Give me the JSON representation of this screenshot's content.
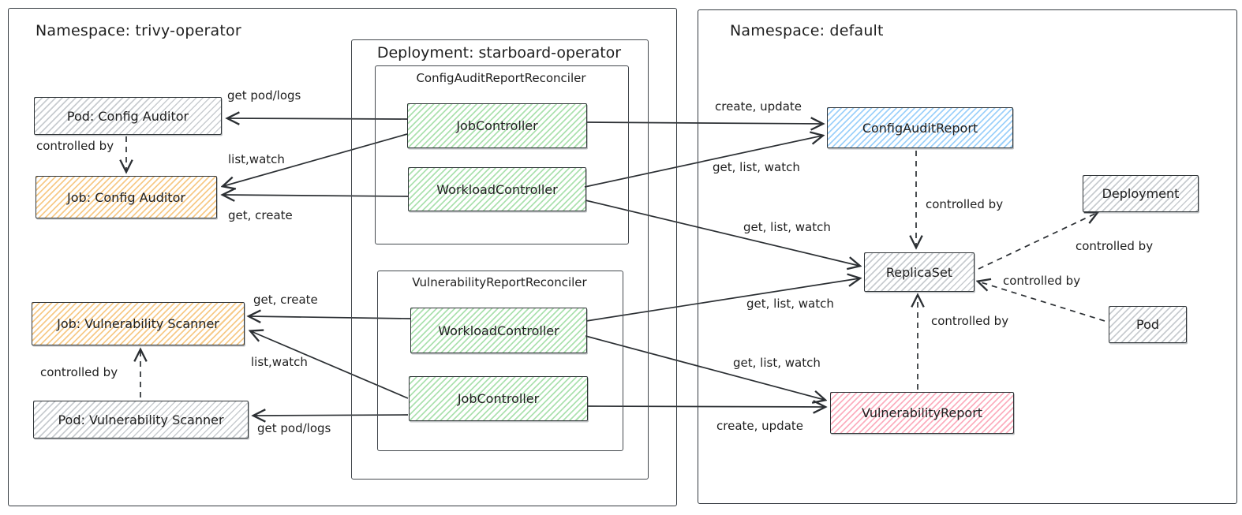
{
  "groups": {
    "namespace_left": {
      "title": "Namespace: trivy-operator"
    },
    "namespace_right": {
      "title": "Namespace: default"
    },
    "deployment_group": {
      "title": "Deployment: starboard-operator"
    },
    "config_audit_reconciler": {
      "title": "ConfigAuditReportReconciler"
    },
    "vulnerability_reconciler": {
      "title": "VulnerabilityReportReconciler"
    }
  },
  "nodes": {
    "pod_config_auditor": {
      "label": "Pod: Config Auditor",
      "fill": "gray"
    },
    "job_config_auditor": {
      "label": "Job: Config Auditor",
      "fill": "orange"
    },
    "job_vuln_scanner": {
      "label": "Job: Vulnerability Scanner",
      "fill": "orange"
    },
    "pod_vuln_scanner": {
      "label": "Pod: Vulnerability Scanner",
      "fill": "gray"
    },
    "job_controller_top": {
      "label": "JobController",
      "fill": "green"
    },
    "workload_controller_top": {
      "label": "WorkloadController",
      "fill": "green"
    },
    "workload_controller_bottom": {
      "label": "WorkloadController",
      "fill": "green"
    },
    "job_controller_bottom": {
      "label": "JobController",
      "fill": "green"
    },
    "config_audit_report": {
      "label": "ConfigAuditReport",
      "fill": "blue"
    },
    "replica_set": {
      "label": "ReplicaSet",
      "fill": "gray"
    },
    "deployment": {
      "label": "Deployment",
      "fill": "gray"
    },
    "pod": {
      "label": "Pod",
      "fill": "gray"
    },
    "vulnerability_report": {
      "label": "VulnerabilityReport",
      "fill": "pink"
    }
  },
  "edges": [
    {
      "from": "JobController (ConfigAuditReportReconciler)",
      "to": "Pod: Config Auditor",
      "label": "get pod/logs",
      "style": "solid"
    },
    {
      "from": "JobController (ConfigAuditReportReconciler)",
      "to": "Job: Config Auditor",
      "label": "list,watch",
      "style": "solid"
    },
    {
      "from": "WorkloadController (ConfigAuditReportReconciler)",
      "to": "Job: Config Auditor",
      "label": "get, create",
      "style": "solid"
    },
    {
      "from": "WorkloadController (VulnerabilityReportReconciler)",
      "to": "Job: Vulnerability Scanner",
      "label": "get, create",
      "style": "solid"
    },
    {
      "from": "JobController (VulnerabilityReportReconciler)",
      "to": "Job: Vulnerability Scanner",
      "label": "list,watch",
      "style": "solid"
    },
    {
      "from": "JobController (VulnerabilityReportReconciler)",
      "to": "Pod: Vulnerability Scanner",
      "label": "get pod/logs",
      "style": "solid"
    },
    {
      "from": "JobController (ConfigAuditReportReconciler)",
      "to": "ConfigAuditReport",
      "label": "create, update",
      "style": "solid"
    },
    {
      "from": "WorkloadController (ConfigAuditReportReconciler)",
      "to": "ConfigAuditReport",
      "label": "get, list, watch",
      "style": "solid"
    },
    {
      "from": "WorkloadController (ConfigAuditReportReconciler)",
      "to": "ReplicaSet",
      "label": "get, list, watch",
      "style": "solid"
    },
    {
      "from": "WorkloadController (VulnerabilityReportReconciler)",
      "to": "ReplicaSet",
      "label": "get, list, watch",
      "style": "solid"
    },
    {
      "from": "WorkloadController (VulnerabilityReportReconciler)",
      "to": "VulnerabilityReport",
      "label": "get, list, watch",
      "style": "solid"
    },
    {
      "from": "JobController (VulnerabilityReportReconciler)",
      "to": "VulnerabilityReport",
      "label": "create, update",
      "style": "solid"
    },
    {
      "from": "Pod: Config Auditor",
      "to": "Job: Config Auditor",
      "label": "controlled by",
      "style": "dashed"
    },
    {
      "from": "Pod: Vulnerability Scanner",
      "to": "Job: Vulnerability Scanner",
      "label": "controlled by",
      "style": "dashed"
    },
    {
      "from": "ConfigAuditReport",
      "to": "ReplicaSet",
      "label": "controlled by",
      "style": "dashed"
    },
    {
      "from": "VulnerabilityReport",
      "to": "ReplicaSet",
      "label": "controlled by",
      "style": "dashed"
    },
    {
      "from": "ReplicaSet",
      "to": "Deployment",
      "label": "controlled by",
      "style": "dashed"
    },
    {
      "from": "Pod",
      "to": "ReplicaSet",
      "label": "controlled by",
      "style": "dashed"
    }
  ],
  "palette": {
    "stroke": "#2b2f33",
    "orange": "#f2a639",
    "green": "#69c96e",
    "blue": "#4dabf7",
    "pink": "#fa5f7f",
    "gray": "#868e96",
    "background": "#ffffff"
  }
}
